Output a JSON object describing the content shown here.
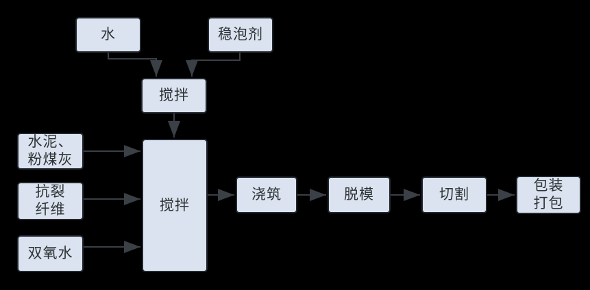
{
  "diagram": {
    "type": "flowchart",
    "background_color": "#000000",
    "node_fill_color": "#dbe3f0",
    "node_border_color": "#22272e",
    "connector_color": "#3a4046",
    "text_color": "#2f3335",
    "nodes": [
      {
        "id": "water",
        "label": "水"
      },
      {
        "id": "foam-stabilizer",
        "label": "稳泡剂"
      },
      {
        "id": "mixing-1",
        "label": "搅拌"
      },
      {
        "id": "cement-fly-ash",
        "label": "水泥、\n粉煤灰"
      },
      {
        "id": "anti-crack-fiber",
        "label": "抗裂\n纤维"
      },
      {
        "id": "hydrogen-peroxide",
        "label": "双氧水"
      },
      {
        "id": "mixing-2",
        "label": "搅拌"
      },
      {
        "id": "pouring",
        "label": "浇筑"
      },
      {
        "id": "demolding",
        "label": "脱模"
      },
      {
        "id": "cutting",
        "label": "切割"
      },
      {
        "id": "packing",
        "label": "包装\n打包"
      }
    ],
    "edges": [
      {
        "from": "water",
        "to": "mixing-1"
      },
      {
        "from": "foam-stabilizer",
        "to": "mixing-1"
      },
      {
        "from": "mixing-1",
        "to": "mixing-2"
      },
      {
        "from": "cement-fly-ash",
        "to": "mixing-2"
      },
      {
        "from": "anti-crack-fiber",
        "to": "mixing-2"
      },
      {
        "from": "hydrogen-peroxide",
        "to": "mixing-2"
      },
      {
        "from": "mixing-2",
        "to": "pouring"
      },
      {
        "from": "pouring",
        "to": "demolding"
      },
      {
        "from": "demolding",
        "to": "cutting"
      },
      {
        "from": "cutting",
        "to": "packing"
      }
    ]
  }
}
